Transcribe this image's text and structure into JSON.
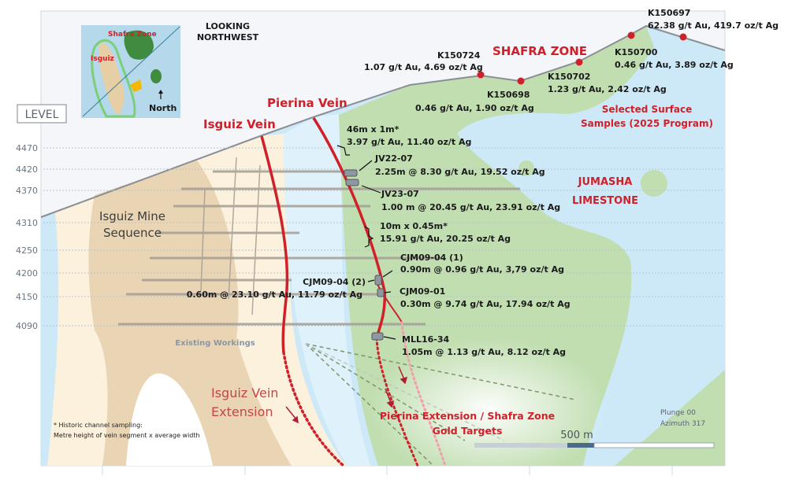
{
  "header": {
    "view": "LOOKING\nNORTHWEST",
    "view_line1": "LOOKING",
    "view_line2": "NORTHWEST",
    "level_label": "LEVEL"
  },
  "inset_map": {
    "shafra_label": "Shafra Zone",
    "isguiz_label": "Isguiz",
    "north_label": "North"
  },
  "levels": [
    "4470",
    "4420",
    "4370",
    "4310",
    "4250",
    "4200",
    "4150",
    "4090"
  ],
  "veins": {
    "isguiz": "Isguiz Vein",
    "pierina": "Pierina Vein",
    "isguiz_ext_1": "Isguiz Vein",
    "isguiz_ext_2": "Extension"
  },
  "zones": {
    "shafra": "SHAFRA ZONE",
    "jumasha_1": "JUMASHA",
    "jumasha_2": "LIMESTONE",
    "isguiz_seq_1": "Isguiz Mine",
    "isguiz_seq_2": "Sequence",
    "surface_samples_1": "Selected Surface",
    "surface_samples_2": "Samples (2025 Program)",
    "targets_1": "Pierina Extension / Shafra Zone",
    "targets_2": "Gold Targets",
    "workings": "Existing Workings"
  },
  "surface_samples": [
    {
      "id": "K150724",
      "result": "1.07 g/t Au, 4.69 oz/t Ag"
    },
    {
      "id": "K150698",
      "result": "0.46 g/t Au, 1.90 oz/t Ag"
    },
    {
      "id": "K150702",
      "result": "1.23 g/t Au, 2.42 oz/t Ag"
    },
    {
      "id": "K150700",
      "result": "0.46 g/t Au, 3.89 oz/t Ag"
    },
    {
      "id": "K150697",
      "result": "62.38 g/t Au, 419.7 oz/t Ag"
    }
  ],
  "intercepts": [
    {
      "id": "46m x 1m*",
      "result": "3.97 g/t Au, 11.40 oz/t Ag"
    },
    {
      "id": "JV22-07",
      "result": "2.25m @ 8.30 g/t Au, 19.52 oz/t Ag"
    },
    {
      "id": "JV23-07",
      "result": "1.00 m @ 20.45 g/t Au, 23.91 oz/t Ag"
    },
    {
      "id": "10m x 0.45m*",
      "result": "15.91 g/t Au, 20.25 oz/t Ag"
    },
    {
      "id": "CJM09-04 (1)",
      "result": "0.90m @ 0.96 g/t Au, 3,79 oz/t Ag"
    },
    {
      "id": "CJM09-04 (2)",
      "result": "0.60m @ 23.10 g/t Au, 11.79 oz/t Ag"
    },
    {
      "id": "CJM09-01",
      "result": "0.30m @ 9.74 g/t Au, 17.94 oz/t Ag"
    },
    {
      "id": "MLL16-34",
      "result": "1.05m @ 1.13 g/t Au, 8.12 oz/t Ag"
    }
  ],
  "footnote": {
    "line1": "* Historic channel sampling:",
    "line2": "Metre height of vein segment x average width"
  },
  "orientation": {
    "plunge": "Plunge 00",
    "azimuth": "Azimuth 317"
  },
  "scale_bar": {
    "label": "500 m"
  },
  "colors": {
    "vein": "#d0202a",
    "limestone": "#cde9f8",
    "green_zone": "#c1deb1",
    "isguiz_sequence": "#e9d4b4",
    "halo": "#fbf1dd"
  }
}
